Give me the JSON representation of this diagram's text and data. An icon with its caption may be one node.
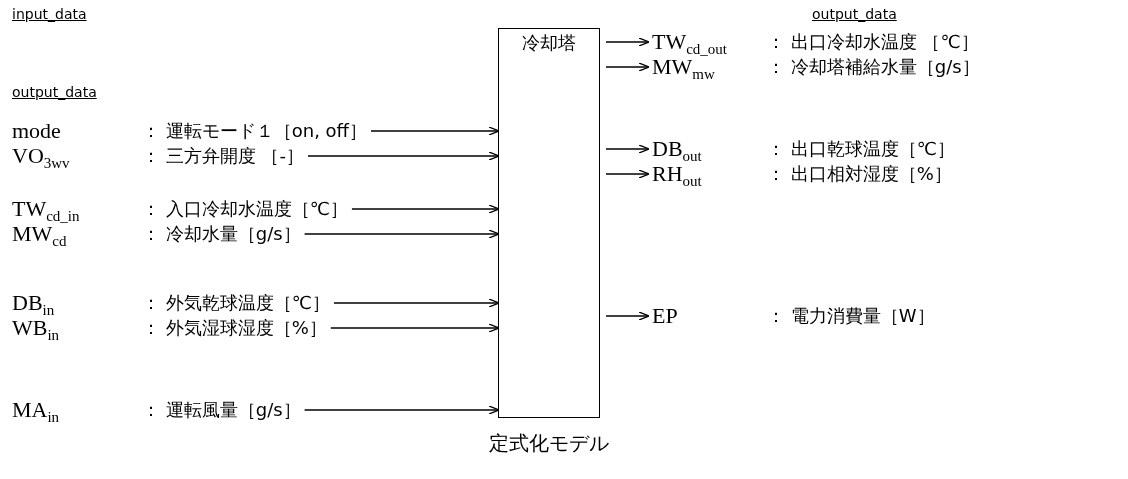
{
  "diagram": {
    "nodes": [
      {
        "text": [
          "冷却塔"
        ],
        "beside": [
          "定式化モデル"
        ]
      },
      {
        "text": [
          "mode",
          "： 運転モード１［on, off］"
        ]
      },
      {
        "text": [
          "VO$_{3wv}$",
          "： 三方弁開度 ［-］"
        ]
      },
      {
        "text": [
          "TW$_{cd_in}$",
          "： 入口冷却水温度［℃］"
        ]
      },
      {
        "text": [
          "MW$_{cd}$",
          "： 冷却水量［g/s］"
        ]
      },
      {
        "text": [
          "DB$_{in}$",
          "： 外気乾球温度［℃］"
        ]
      },
      {
        "text": [
          "WB$_{in}$",
          "： 外気湿球湿度［%］"
        ]
      },
      {
        "text": [
          "MA$_{in}$",
          "： 運転風量［g/s］"
        ]
      },
      {
        "text": [
          "TW$_{cd_out}$",
          "： 出口冷却水温度 ［℃］"
        ]
      },
      {
        "text": [
          "MW$_{mw}$",
          "： 冷却塔補給水量［g/s］"
        ]
      },
      {
        "text": [
          "DB$_{out}$",
          "： 出口乾球温度［℃］"
        ]
      },
      {
        "text": [
          "RH$_{out}$",
          "： 出口相対湿度［%］"
        ]
      },
      {
        "text": [
          "EP",
          "： 電力消費量［W］"
        ]
      }
    ],
    "edges": [
      {
        "from": 1,
        "to": 0,
        "arrow": "to"
      },
      {
        "from": 2,
        "to": 0,
        "arrow": "to"
      },
      {
        "from": 3,
        "to": 0,
        "arrow": "to"
      },
      {
        "from": 4,
        "to": 0,
        "arrow": "to"
      },
      {
        "from": 5,
        "to": 0,
        "arrow": "to"
      },
      {
        "from": 6,
        "to": 0,
        "arrow": "to"
      },
      {
        "from": 7,
        "to": 0,
        "arrow": "to"
      },
      {
        "from": 0,
        "to": 8,
        "arrow": "to"
      },
      {
        "from": 0,
        "to": 9,
        "arrow": "to"
      },
      {
        "from": 0,
        "to": 10,
        "arrow": "to"
      },
      {
        "from": 0,
        "to": 11,
        "arrow": "to"
      },
      {
        "from": 0,
        "to": 12,
        "arrow": "to"
      }
    ],
    "labels": [
      "input_data",
      "output_data",
      "output_data"
    ]
  }
}
